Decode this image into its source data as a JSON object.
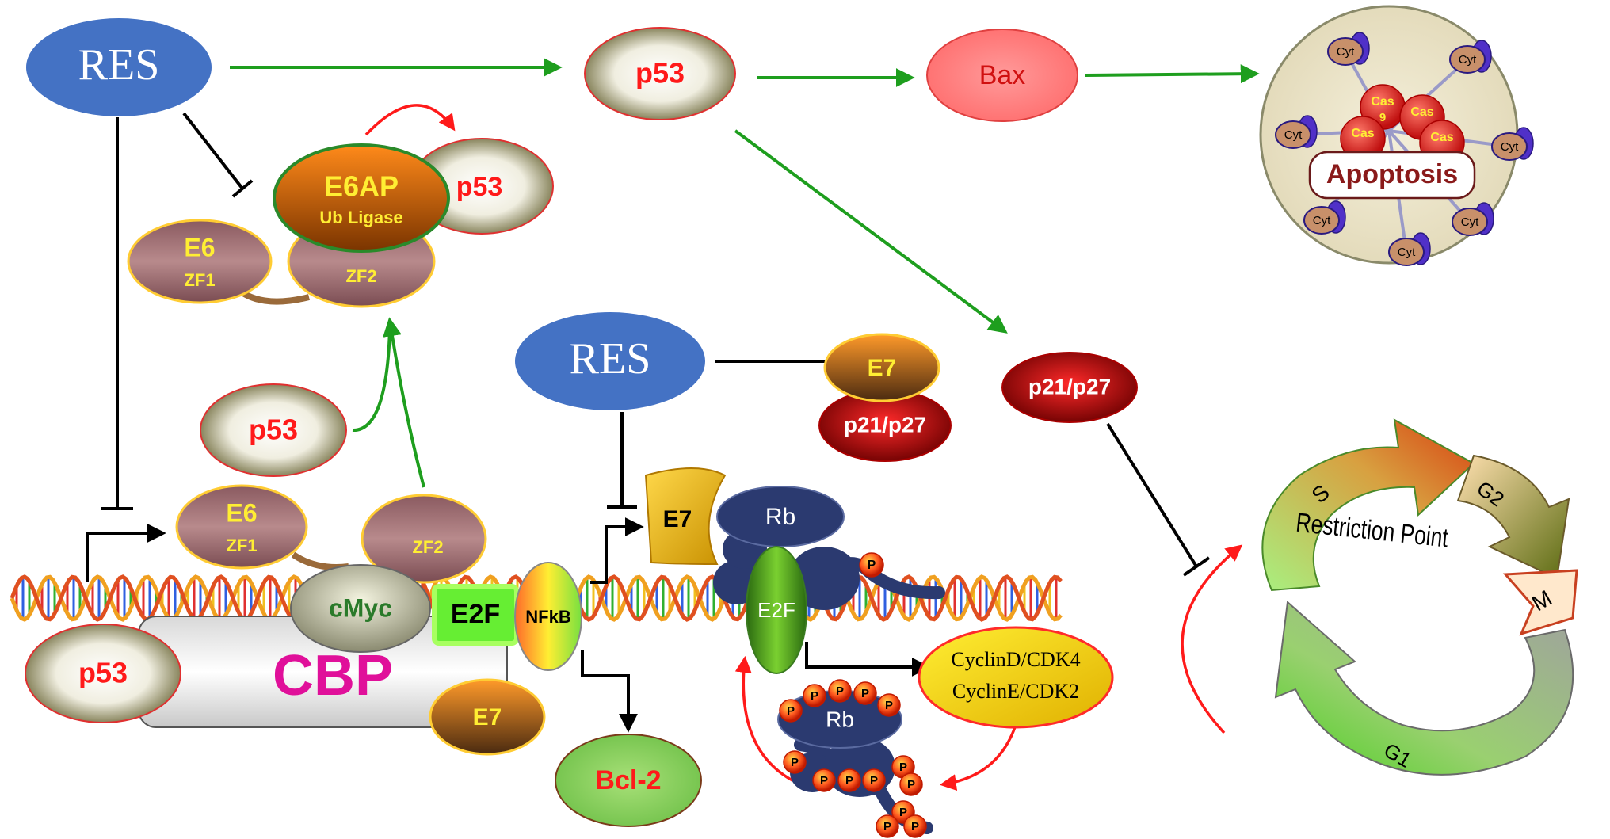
{
  "labels": {
    "res": "RES",
    "p53": "p53",
    "bax": "Bax",
    "apoptosis": "Apoptosis",
    "e6ap": "E6AP",
    "ub_ligase": "Ub Ligase",
    "e6": "E6",
    "zf1": "ZF1",
    "zf2": "ZF2",
    "e7": "E7",
    "p21_p27": "p21/p27",
    "rb": "Rb",
    "e2f": "E2F",
    "nfkb": "NFkB",
    "cmyc": "cMyc",
    "cbp": "CBP",
    "bcl2": "Bcl-2",
    "cyclin_d": "CyclinD/CDK4",
    "cyclin_e": "CyclinE/CDK2",
    "phospho": "P",
    "cyt": "Cyt",
    "cas": "Cas",
    "cas9": "9",
    "phase_s": "S",
    "phase_g2": "G2",
    "phase_m": "M",
    "phase_g1": "G1",
    "restriction_point": "Restriction Point"
  },
  "colors": {
    "res": "#4472c4",
    "activation_arrow": "#1e9e1e",
    "inhibition": "#000000",
    "bind_arrow": "#ff1a1a",
    "label_red": "#ff1a1a",
    "label_yellow": "#ffee33",
    "cbp_text": "#e0109a",
    "e2f_green": "#66ee33",
    "rb_navy": "#2b3a70"
  }
}
